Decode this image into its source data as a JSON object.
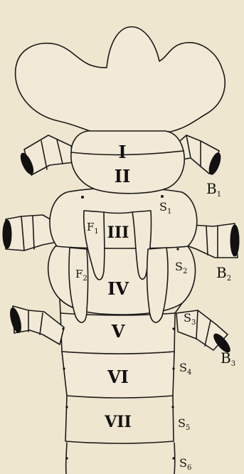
{
  "segments": [
    {
      "label": "I"
    },
    {
      "label": "II"
    },
    {
      "label": "III"
    },
    {
      "label": "IV"
    },
    {
      "label": "V"
    },
    {
      "label": "VI"
    },
    {
      "label": "VII"
    }
  ],
  "spiracles": [
    {
      "letter": "S",
      "sub": "1"
    },
    {
      "letter": "S",
      "sub": "2"
    },
    {
      "letter": "S",
      "sub": "3"
    },
    {
      "letter": "S",
      "sub": "4"
    },
    {
      "letter": "S",
      "sub": "5"
    },
    {
      "letter": "S",
      "sub": "6"
    }
  ],
  "legs": [
    {
      "letter": "B",
      "sub": "1"
    },
    {
      "letter": "B",
      "sub": "2"
    },
    {
      "letter": "B",
      "sub": "3"
    }
  ],
  "wings": [
    {
      "letter": "F",
      "sub": "1"
    },
    {
      "letter": "F",
      "sub": "2"
    }
  ]
}
